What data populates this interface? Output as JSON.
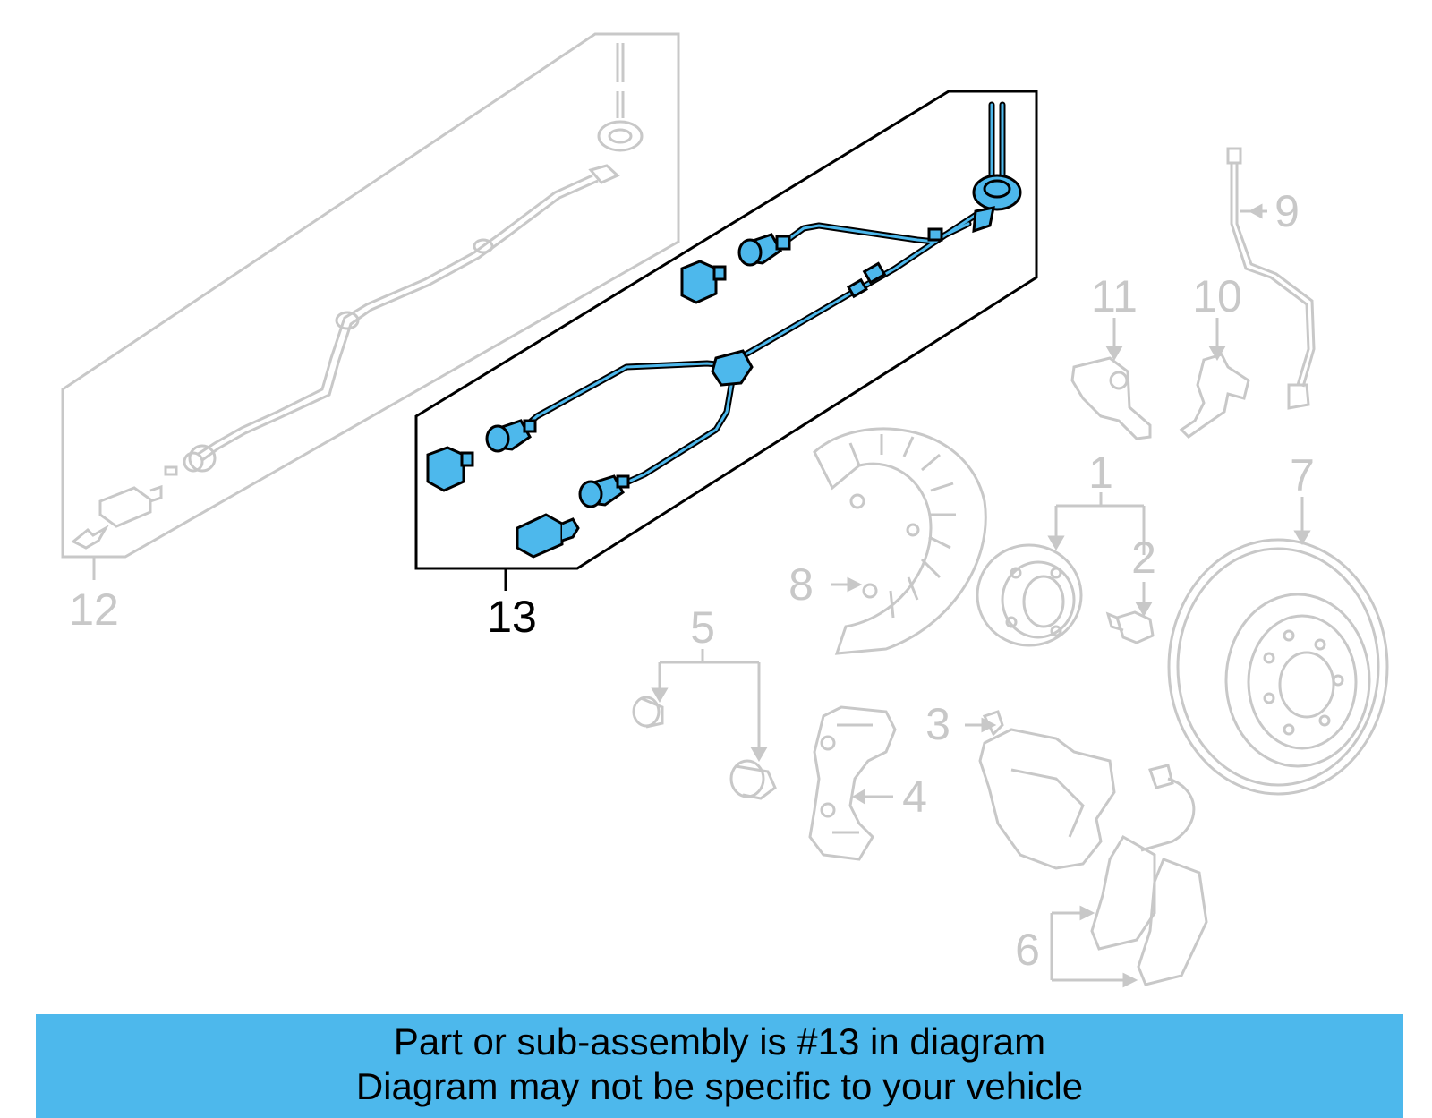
{
  "colors": {
    "highlight": "#4db8ec",
    "faded": "#c8c8c8",
    "outline": "#000000",
    "banner": "#4db8ec"
  },
  "callouts": {
    "p1": "1",
    "p2": "2",
    "p3": "3",
    "p4": "4",
    "p5": "5",
    "p6": "6",
    "p7": "7",
    "p8": "8",
    "p9": "9",
    "p10": "10",
    "p11": "11",
    "p12": "12",
    "p13": "13"
  },
  "highlighted_part": "13",
  "banner": {
    "line1": "Part or sub-assembly is #13 in diagram",
    "line2": "Diagram may not be specific to your vehicle"
  }
}
